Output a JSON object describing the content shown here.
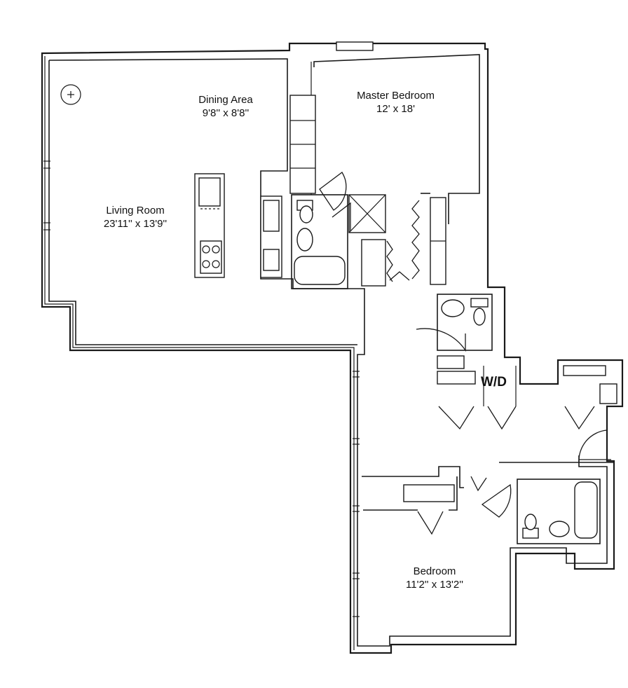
{
  "rooms": {
    "dining": {
      "name": "Dining Area",
      "size": "9'8'' x 8'8''"
    },
    "master": {
      "name": "Master Bedroom",
      "size": "12' x 18'"
    },
    "living": {
      "name": "Living Room",
      "size": "23'11'' x 13'9''"
    },
    "bedroom": {
      "name": "Bedroom",
      "size": "11'2'' x 13'2''"
    }
  },
  "laundry": {
    "label": "W/D"
  },
  "icons": [
    "ceiling-fixture-icon",
    "stove-icon",
    "sink-icon",
    "toilet-icon",
    "bathtub-icon",
    "shower-icon",
    "door-swing-icon",
    "washer-dryer-icon"
  ]
}
